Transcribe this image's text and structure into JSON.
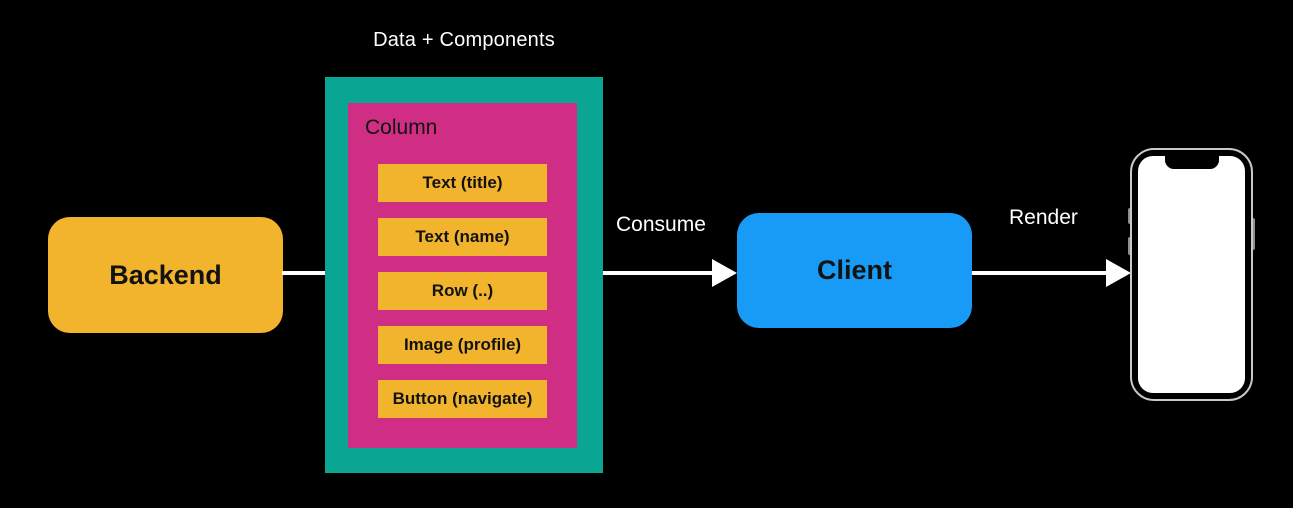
{
  "colors": {
    "background": "#000000",
    "backend": "#F2B42D",
    "container": "#0BA593",
    "column": "#D02D84",
    "item": "#F2B42D",
    "client": "#189BF6",
    "arrow": "#FFFFFF",
    "text_dark": "#121212",
    "text_light": "#FFFFFF",
    "phone_frame": "#C9C9C9",
    "phone_screen": "#FFFFFF",
    "phone_button": "#8F8F8F"
  },
  "diagram": {
    "title": "Data + Components",
    "backend": {
      "label": "Backend"
    },
    "column": {
      "label": "Column",
      "items": [
        {
          "label": "Text (title)"
        },
        {
          "label": "Text (name)"
        },
        {
          "label": "Row (..)"
        },
        {
          "label": "Image (profile)"
        },
        {
          "label": "Button (navigate)"
        }
      ]
    },
    "client": {
      "label": "Client"
    },
    "edges": {
      "consume": {
        "label": "Consume"
      },
      "render": {
        "label": "Render"
      }
    },
    "device": {
      "name": "smartphone"
    }
  }
}
